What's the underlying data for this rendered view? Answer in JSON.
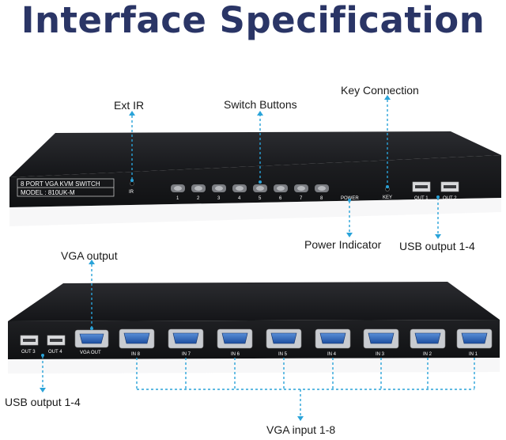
{
  "title": "Interface Specification",
  "callouts": {
    "ext_ir": "Ext IR",
    "switch_buttons": "Switch Buttons",
    "key_connection": "Key Connection",
    "power_indicator": "Power Indicator",
    "usb_output_front": "USB output 1-4",
    "vga_output": "VGA output",
    "usb_output_back": "USB output 1-4",
    "vga_input": "VGA input 1-8"
  },
  "front_panel": {
    "product_line": "8 PORT VGA KVM SWITCH",
    "model": "MODEL : 810UK-M",
    "ir_label": "IR",
    "buttons": [
      "1",
      "2",
      "3",
      "4",
      "5",
      "6",
      "7",
      "8"
    ],
    "power_label": "POWER",
    "key_label": "KEY",
    "usb_out": [
      "OUT 1",
      "OUT 2"
    ]
  },
  "back_panel": {
    "usb_out": [
      "OUT 3",
      "OUT 4"
    ],
    "vga_out": "VGA OUT",
    "vga_inputs": [
      "IN 8",
      "IN 7",
      "IN 6",
      "IN 5",
      "IN 4",
      "IN 3",
      "IN 2",
      "IN 1"
    ]
  },
  "colors": {
    "title": "#2a3566",
    "arrow": "#29a3d9",
    "chassis": "#1b1c1f"
  }
}
